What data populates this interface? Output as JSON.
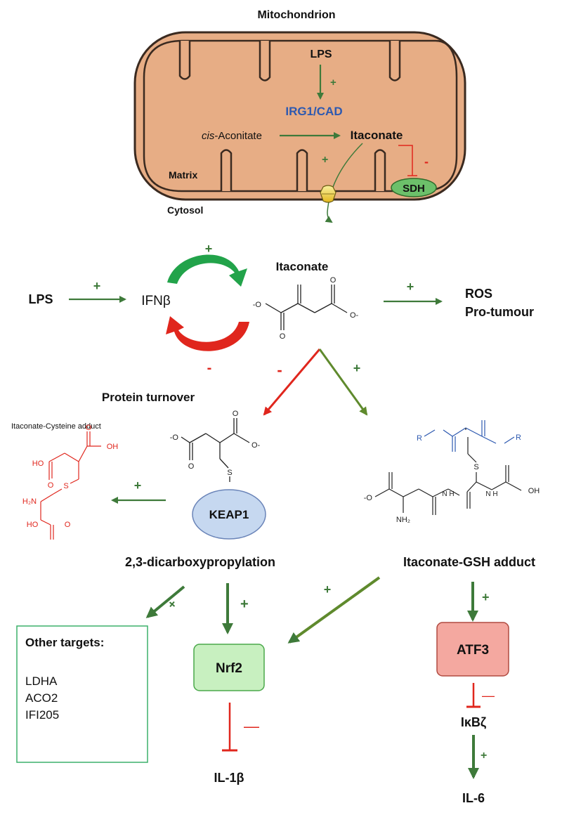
{
  "mito": {
    "title": "Mitochondrion",
    "lps": "LPS",
    "plus_lps": "+",
    "enzyme": "IRG1/CAD",
    "cis_italic": "cis",
    "cis_rest": "-Aconitate",
    "itaconate": "Itaconate",
    "plus_export": "+",
    "minus_sdh": "-",
    "matrix": "Matrix",
    "sdh": "SDH",
    "cytosol": "Cytosol"
  },
  "signaling": {
    "lps": "LPS",
    "plus_lps": "+",
    "ifnb": "IFNβ",
    "plus_loop": "+",
    "minus_loop": "-",
    "itaconate": "Itaconate",
    "plus_ros": "+",
    "ros": "ROS",
    "pro_tumour": "Pro-tumour",
    "minus_protein": "-",
    "plus_gsh": "+"
  },
  "itaconate_struct": {
    "o_minus_left": "-O",
    "o_minus_right": "O-",
    "o": "O"
  },
  "protein": {
    "turnover": "Protein turnover",
    "cys_adduct_title": "Itaconate-Cysteine adduct",
    "plus_cys": "+",
    "keap1": "KEAP1",
    "dicarboxy": "2,3-dicarboxypropylation"
  },
  "cys_struct": {
    "ho1": "HO",
    "oh": "OH",
    "s": "S",
    "nh2": "H₂N",
    "ho2": "HO",
    "o1": "O",
    "o2": "O",
    "o3": "O"
  },
  "keap_struct": {
    "om1": "-O",
    "om2": "O-",
    "o1": "O",
    "o2": "O",
    "s": "S"
  },
  "gsh": {
    "label": "Itaconate-GSH adduct",
    "r1": "R",
    "r2": "R",
    "s": "S",
    "o_minus": "-O",
    "nh2": "NH₂",
    "nh1": "N H",
    "nh2b": "N H",
    "oh": "OH"
  },
  "targets": {
    "plus_other": "+",
    "plus_nrf2": "+",
    "plus_gsh_nrf2": "+",
    "plus_atf3": "+",
    "other_title": "Other targets:",
    "other_items": [
      "LDHA",
      "ACO2",
      "IFI205"
    ],
    "nrf2": "Nrf2",
    "minus_il1b": "—",
    "il1b": "IL-1β",
    "atf3": "ATF3",
    "minus_ikbz": "—",
    "ikbz": "IκBζ",
    "plus_il6": "+",
    "il6": "IL-6"
  },
  "colors": {
    "green": "#3e7a3a",
    "red": "#e0261d",
    "blue": "#2d59b0",
    "mito_fill": "#e7ad85",
    "mito_stroke": "#3a2a20",
    "sdh_fill": "#6cc06a",
    "keap_fill": "#c6d8f0",
    "nrf2_fill": "#c8f0c0",
    "atf3_fill": "#f4a8a0"
  }
}
